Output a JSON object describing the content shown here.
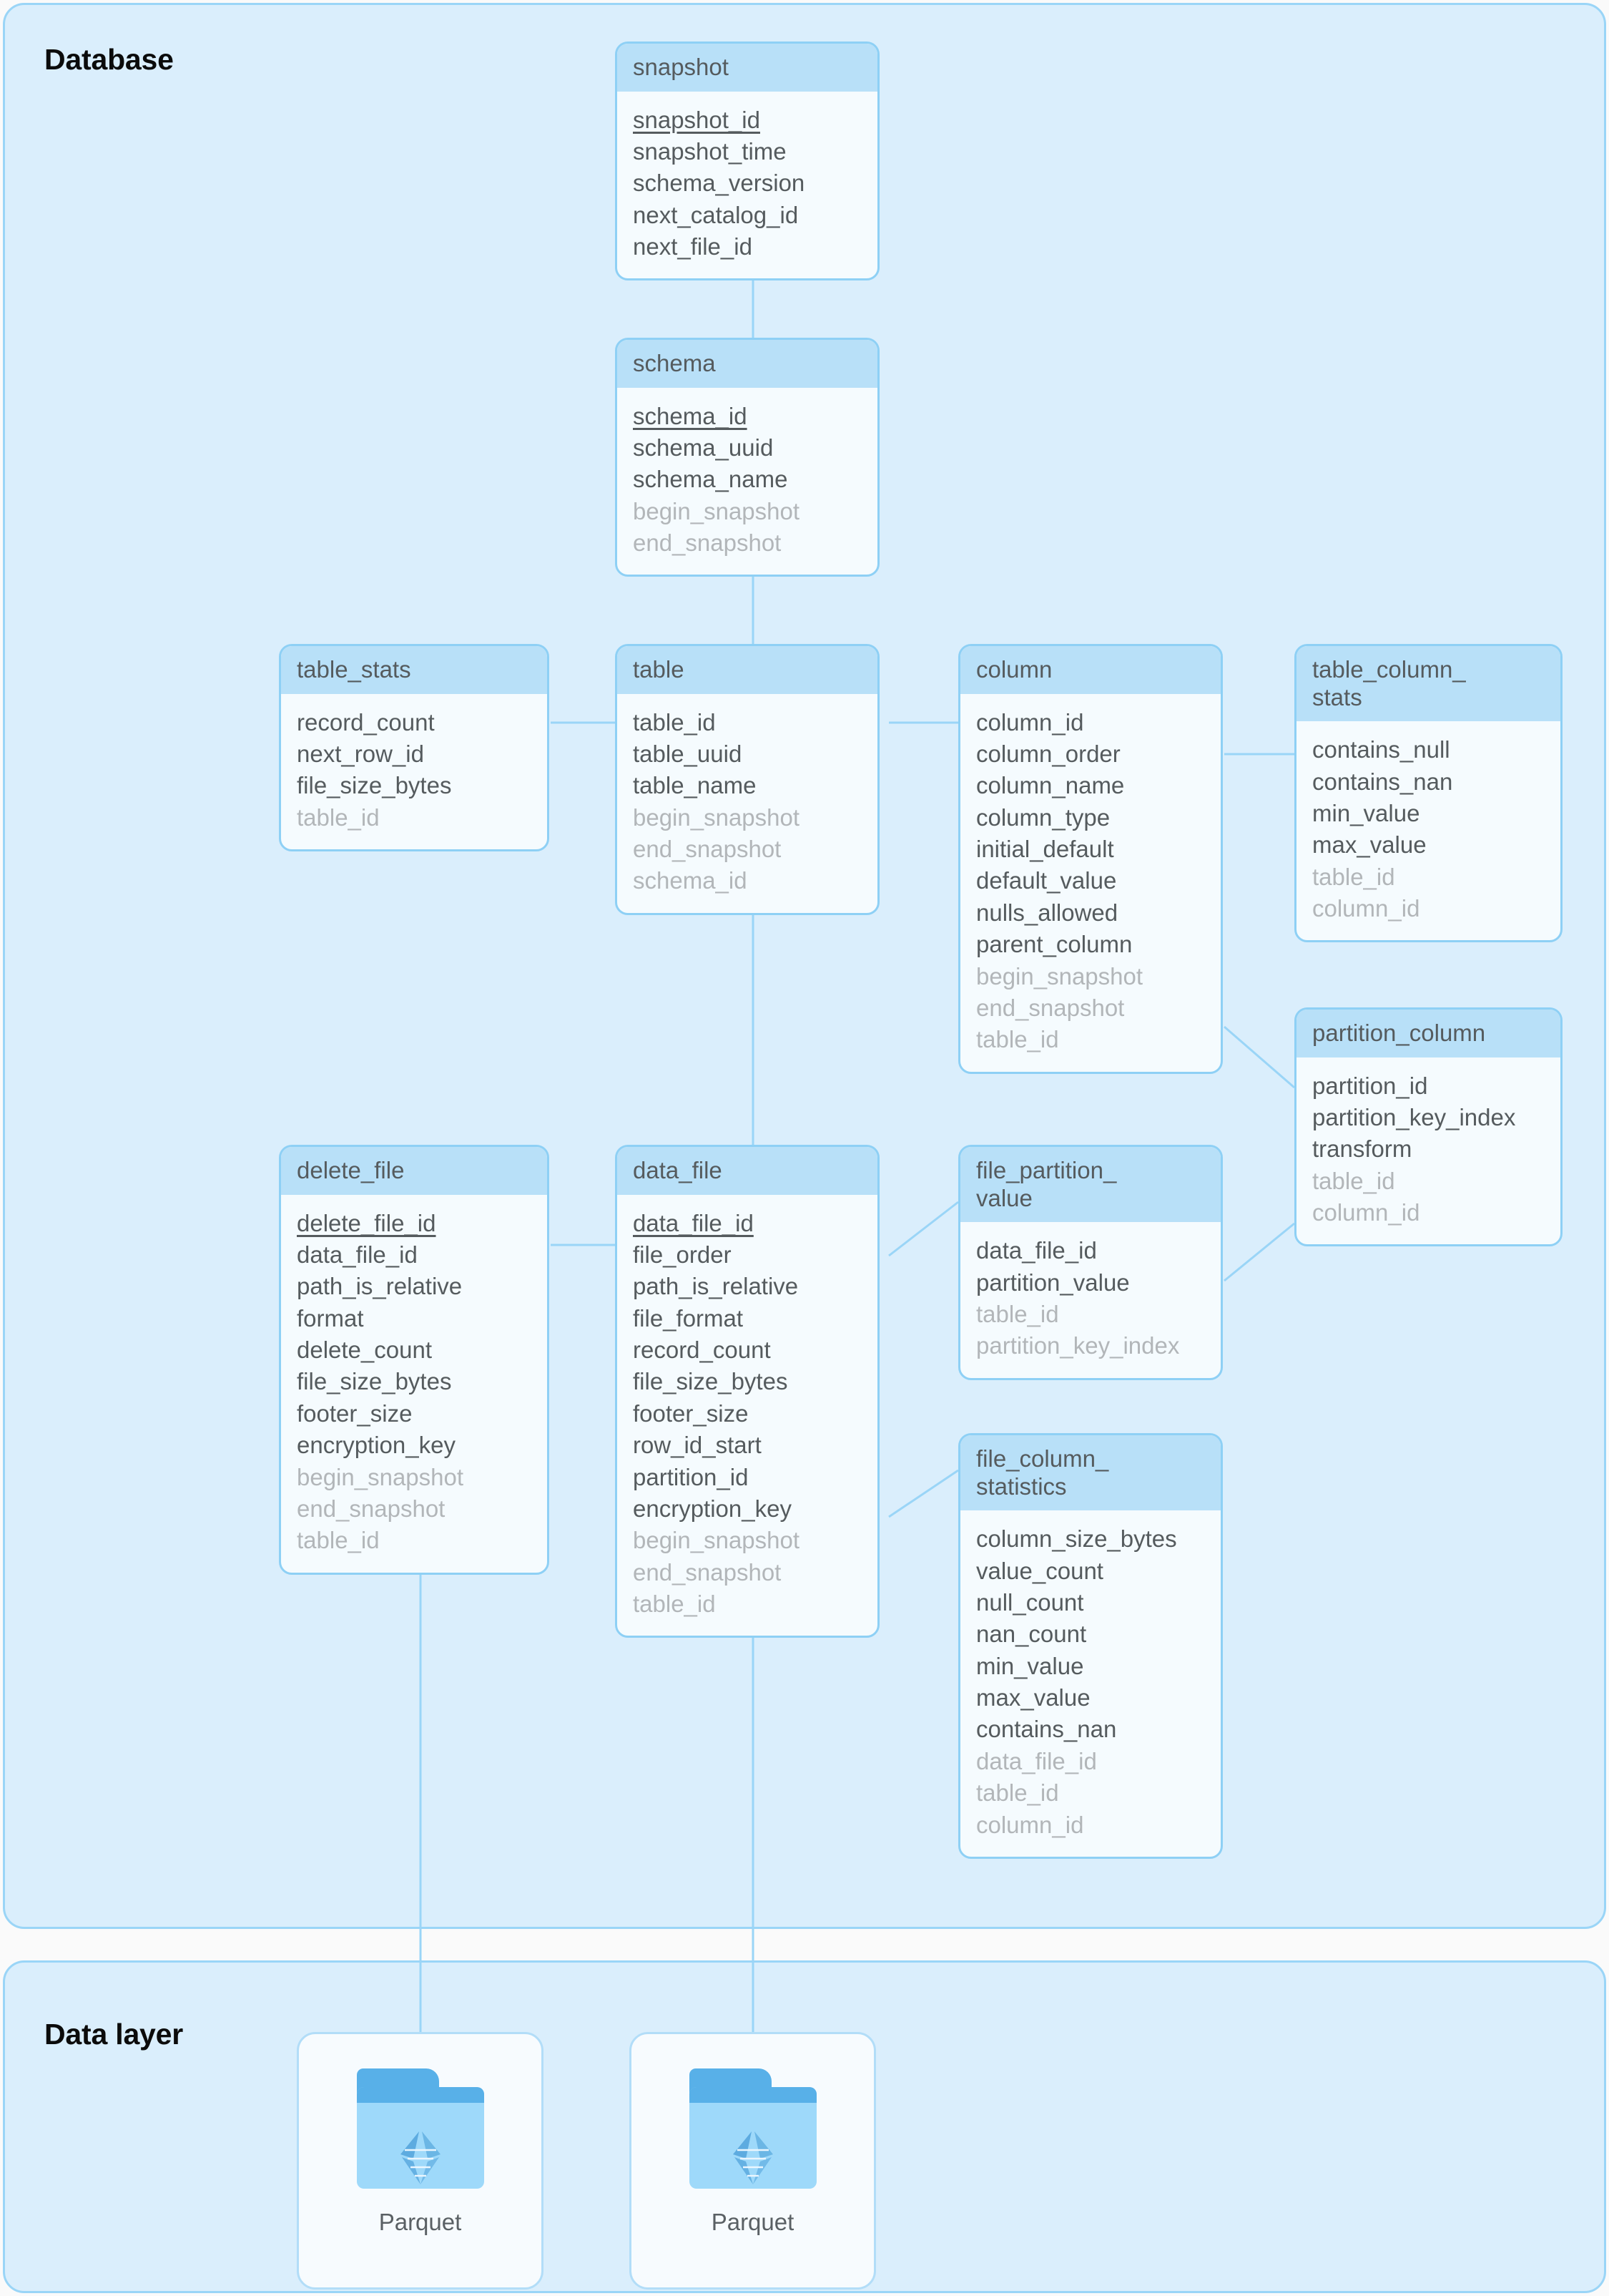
{
  "panels": {
    "database": {
      "title": "Database"
    },
    "data_layer": {
      "title": "Data layer"
    }
  },
  "entities": [
    {
      "id": "snapshot",
      "name": "snapshot",
      "fields": [
        {
          "name": "snapshot_id",
          "role": "pk"
        },
        {
          "name": "snapshot_time",
          "role": "attr"
        },
        {
          "name": "schema_version",
          "role": "attr"
        },
        {
          "name": "next_catalog_id",
          "role": "attr"
        },
        {
          "name": "next_file_id",
          "role": "attr"
        }
      ]
    },
    {
      "id": "schema",
      "name": "schema",
      "fields": [
        {
          "name": "schema_id",
          "role": "pk"
        },
        {
          "name": "schema_uuid",
          "role": "attr"
        },
        {
          "name": "schema_name",
          "role": "attr"
        },
        {
          "name": "begin_snapshot",
          "role": "fk"
        },
        {
          "name": "end_snapshot",
          "role": "fk"
        }
      ]
    },
    {
      "id": "table_stats",
      "name": "table_stats",
      "fields": [
        {
          "name": "record_count",
          "role": "attr"
        },
        {
          "name": "next_row_id",
          "role": "attr"
        },
        {
          "name": "file_size_bytes",
          "role": "attr"
        },
        {
          "name": "table_id",
          "role": "fk"
        }
      ]
    },
    {
      "id": "table",
      "name": "table",
      "fields": [
        {
          "name": "table_id",
          "role": "attr"
        },
        {
          "name": "table_uuid",
          "role": "attr"
        },
        {
          "name": "table_name",
          "role": "attr"
        },
        {
          "name": "begin_snapshot",
          "role": "fk"
        },
        {
          "name": "end_snapshot",
          "role": "fk"
        },
        {
          "name": "schema_id",
          "role": "fk"
        }
      ]
    },
    {
      "id": "column",
      "name": "column",
      "fields": [
        {
          "name": "column_id",
          "role": "attr"
        },
        {
          "name": "column_order",
          "role": "attr"
        },
        {
          "name": "column_name",
          "role": "attr"
        },
        {
          "name": "column_type",
          "role": "attr"
        },
        {
          "name": "initial_default",
          "role": "attr"
        },
        {
          "name": "default_value",
          "role": "attr"
        },
        {
          "name": "nulls_allowed",
          "role": "attr"
        },
        {
          "name": "parent_column",
          "role": "attr"
        },
        {
          "name": "begin_snapshot",
          "role": "fk"
        },
        {
          "name": "end_snapshot",
          "role": "fk"
        },
        {
          "name": "table_id",
          "role": "fk"
        }
      ]
    },
    {
      "id": "table_column_stats",
      "name": "table_column_\nstats",
      "fields": [
        {
          "name": "contains_null",
          "role": "attr"
        },
        {
          "name": "contains_nan",
          "role": "attr"
        },
        {
          "name": "min_value",
          "role": "attr"
        },
        {
          "name": "max_value",
          "role": "attr"
        },
        {
          "name": "table_id",
          "role": "fk"
        },
        {
          "name": "column_id",
          "role": "fk"
        }
      ]
    },
    {
      "id": "partition_column",
      "name": "partition_column",
      "fields": [
        {
          "name": "partition_id",
          "role": "attr"
        },
        {
          "name": "partition_key_index",
          "role": "attr"
        },
        {
          "name": "transform",
          "role": "attr"
        },
        {
          "name": "table_id",
          "role": "fk"
        },
        {
          "name": "column_id",
          "role": "fk"
        }
      ]
    },
    {
      "id": "delete_file",
      "name": "delete_file",
      "fields": [
        {
          "name": "delete_file_id",
          "role": "pk"
        },
        {
          "name": "data_file_id",
          "role": "attr"
        },
        {
          "name": "path_is_relative",
          "role": "attr"
        },
        {
          "name": "format",
          "role": "attr"
        },
        {
          "name": "delete_count",
          "role": "attr"
        },
        {
          "name": "file_size_bytes",
          "role": "attr"
        },
        {
          "name": "footer_size",
          "role": "attr"
        },
        {
          "name": "encryption_key",
          "role": "attr"
        },
        {
          "name": "begin_snapshot",
          "role": "fk"
        },
        {
          "name": "end_snapshot",
          "role": "fk"
        },
        {
          "name": "table_id",
          "role": "fk"
        }
      ]
    },
    {
      "id": "data_file",
      "name": "data_file",
      "fields": [
        {
          "name": "data_file_id",
          "role": "pk"
        },
        {
          "name": "file_order",
          "role": "attr"
        },
        {
          "name": "path_is_relative",
          "role": "attr"
        },
        {
          "name": "file_format",
          "role": "attr"
        },
        {
          "name": "record_count",
          "role": "attr"
        },
        {
          "name": "file_size_bytes",
          "role": "attr"
        },
        {
          "name": "footer_size",
          "role": "attr"
        },
        {
          "name": "row_id_start",
          "role": "attr"
        },
        {
          "name": "partition_id",
          "role": "attr"
        },
        {
          "name": "encryption_key",
          "role": "attr"
        },
        {
          "name": "begin_snapshot",
          "role": "fk"
        },
        {
          "name": "end_snapshot",
          "role": "fk"
        },
        {
          "name": "table_id",
          "role": "fk"
        }
      ]
    },
    {
      "id": "file_partition_value",
      "name": "file_partition_\nvalue",
      "fields": [
        {
          "name": "data_file_id",
          "role": "attr"
        },
        {
          "name": "partition_value",
          "role": "attr"
        },
        {
          "name": "table_id",
          "role": "fk"
        },
        {
          "name": "partition_key_index",
          "role": "fk"
        }
      ]
    },
    {
      "id": "file_column_statistics",
      "name": "file_column_\nstatistics",
      "fields": [
        {
          "name": "column_size_bytes",
          "role": "attr"
        },
        {
          "name": "value_count",
          "role": "attr"
        },
        {
          "name": "null_count",
          "role": "attr"
        },
        {
          "name": "nan_count",
          "role": "attr"
        },
        {
          "name": "min_value",
          "role": "attr"
        },
        {
          "name": "max_value",
          "role": "attr"
        },
        {
          "name": "contains_nan",
          "role": "attr"
        },
        {
          "name": "data_file_id",
          "role": "fk"
        },
        {
          "name": "table_id",
          "role": "fk"
        },
        {
          "name": "column_id",
          "role": "fk"
        }
      ]
    }
  ],
  "data_layer_items": [
    {
      "id": "parquet-1",
      "label": "Parquet",
      "icon": "parquet-folder-icon"
    },
    {
      "id": "parquet-2",
      "label": "Parquet",
      "icon": "parquet-folder-icon"
    }
  ],
  "colors": {
    "canvas": "#fafafa",
    "panel_fill": "#daeefc",
    "panel_border": "#9ad5f7",
    "entity_header": "#b8e0f8",
    "entity_body": "#f5fbfe",
    "entity_border": "#8ed0f5",
    "connector": "#9ad5f7",
    "text": "#555b5e",
    "text_muted": "#b2b6b9",
    "folder_tab": "#58b0e8",
    "folder_body": "#9ed9fa"
  }
}
